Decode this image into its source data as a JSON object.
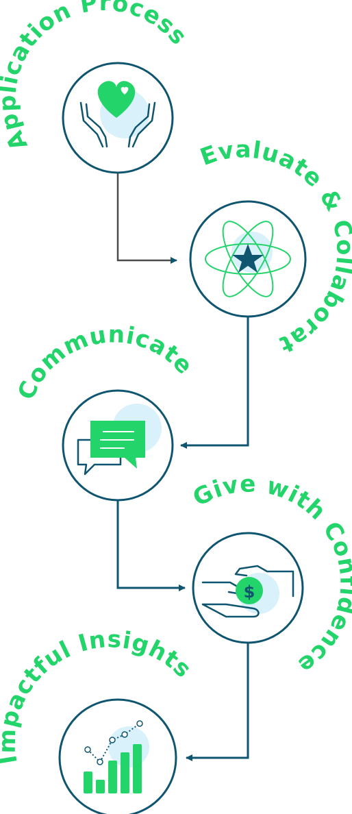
{
  "steps": [
    {
      "title": "Application Process",
      "icon": "heart-in-hands-icon"
    },
    {
      "title": "Evaluate & Collaborate",
      "icon": "atom-star-icon"
    },
    {
      "title": "Communicate",
      "icon": "chat-bubbles-icon"
    },
    {
      "title": "Give with Confidence",
      "icon": "hands-dollar-coin-icon"
    },
    {
      "title": "Impactful Insights",
      "icon": "bar-chart-trend-icon"
    }
  ],
  "colors": {
    "accent_green": "#22d46a",
    "ring_navy": "#0f5570",
    "soft_blue": "#d8f1fb"
  }
}
